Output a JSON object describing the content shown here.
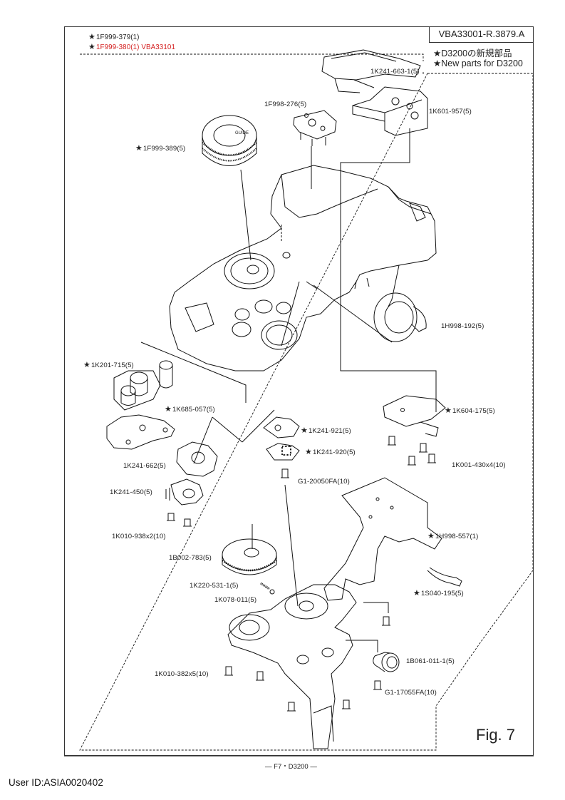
{
  "header": {
    "document_number": "VBA33001-R.3879.A",
    "top_parts": [
      {
        "star": "★",
        "label": "1F999-379(1)",
        "color": "#222222"
      },
      {
        "star": "★",
        "label": "1F999-380(1) VBA33101",
        "color": "#d42020"
      }
    ],
    "legend": [
      {
        "star": "★",
        "text": "D3200の新規部品"
      },
      {
        "star": "★",
        "text": "New parts for D3200"
      }
    ]
  },
  "parts": [
    {
      "id": "p1",
      "star": "",
      "label": "1K241-663-1(5)"
    },
    {
      "id": "p2",
      "star": "",
      "label": "1F998-276(5)"
    },
    {
      "id": "p3",
      "star": "",
      "label": "1K601-957(5)"
    },
    {
      "id": "p4",
      "star": "★",
      "label": "1F999-389(5)"
    },
    {
      "id": "p5",
      "star": "",
      "label": "1H998-192(5)"
    },
    {
      "id": "p6",
      "star": "★",
      "label": "1K201-715(5)"
    },
    {
      "id": "p7",
      "star": "★",
      "label": "1K685-057(5)"
    },
    {
      "id": "p8",
      "star": "★",
      "label": "1K604-175(5)"
    },
    {
      "id": "p9",
      "star": "★",
      "label": "1K241-921(5)"
    },
    {
      "id": "p10",
      "star": "★",
      "label": "1K241-920(5)"
    },
    {
      "id": "p11",
      "star": "",
      "label": "1K241-662(5)"
    },
    {
      "id": "p12",
      "star": "",
      "label": "1K001-430x4(10)"
    },
    {
      "id": "p13",
      "star": "",
      "label": "G1-20050FA(10)"
    },
    {
      "id": "p14",
      "star": "",
      "label": "1K241-450(5)"
    },
    {
      "id": "p15",
      "star": "",
      "label": "1K010-938x2(10)"
    },
    {
      "id": "p16",
      "star": "★",
      "label": "1H998-557(1)"
    },
    {
      "id": "p17",
      "star": "",
      "label": "1B002-783(5)"
    },
    {
      "id": "p18",
      "star": "★",
      "label": "1S040-195(5)"
    },
    {
      "id": "p19",
      "star": "",
      "label": "1K220-531-1(5)"
    },
    {
      "id": "p20",
      "star": "",
      "label": "1K078-011(5)"
    },
    {
      "id": "p21",
      "star": "",
      "label": "1B061-011-1(5)"
    },
    {
      "id": "p22",
      "star": "",
      "label": "1K010-382x5(10)"
    },
    {
      "id": "p23",
      "star": "",
      "label": "G1-17055FA(10)"
    }
  ],
  "figure": {
    "label": "Fig. 7"
  },
  "footer": {
    "page_label": "— F7・D3200 —"
  },
  "user": {
    "id_text": "User ID:ASIA0020402"
  }
}
